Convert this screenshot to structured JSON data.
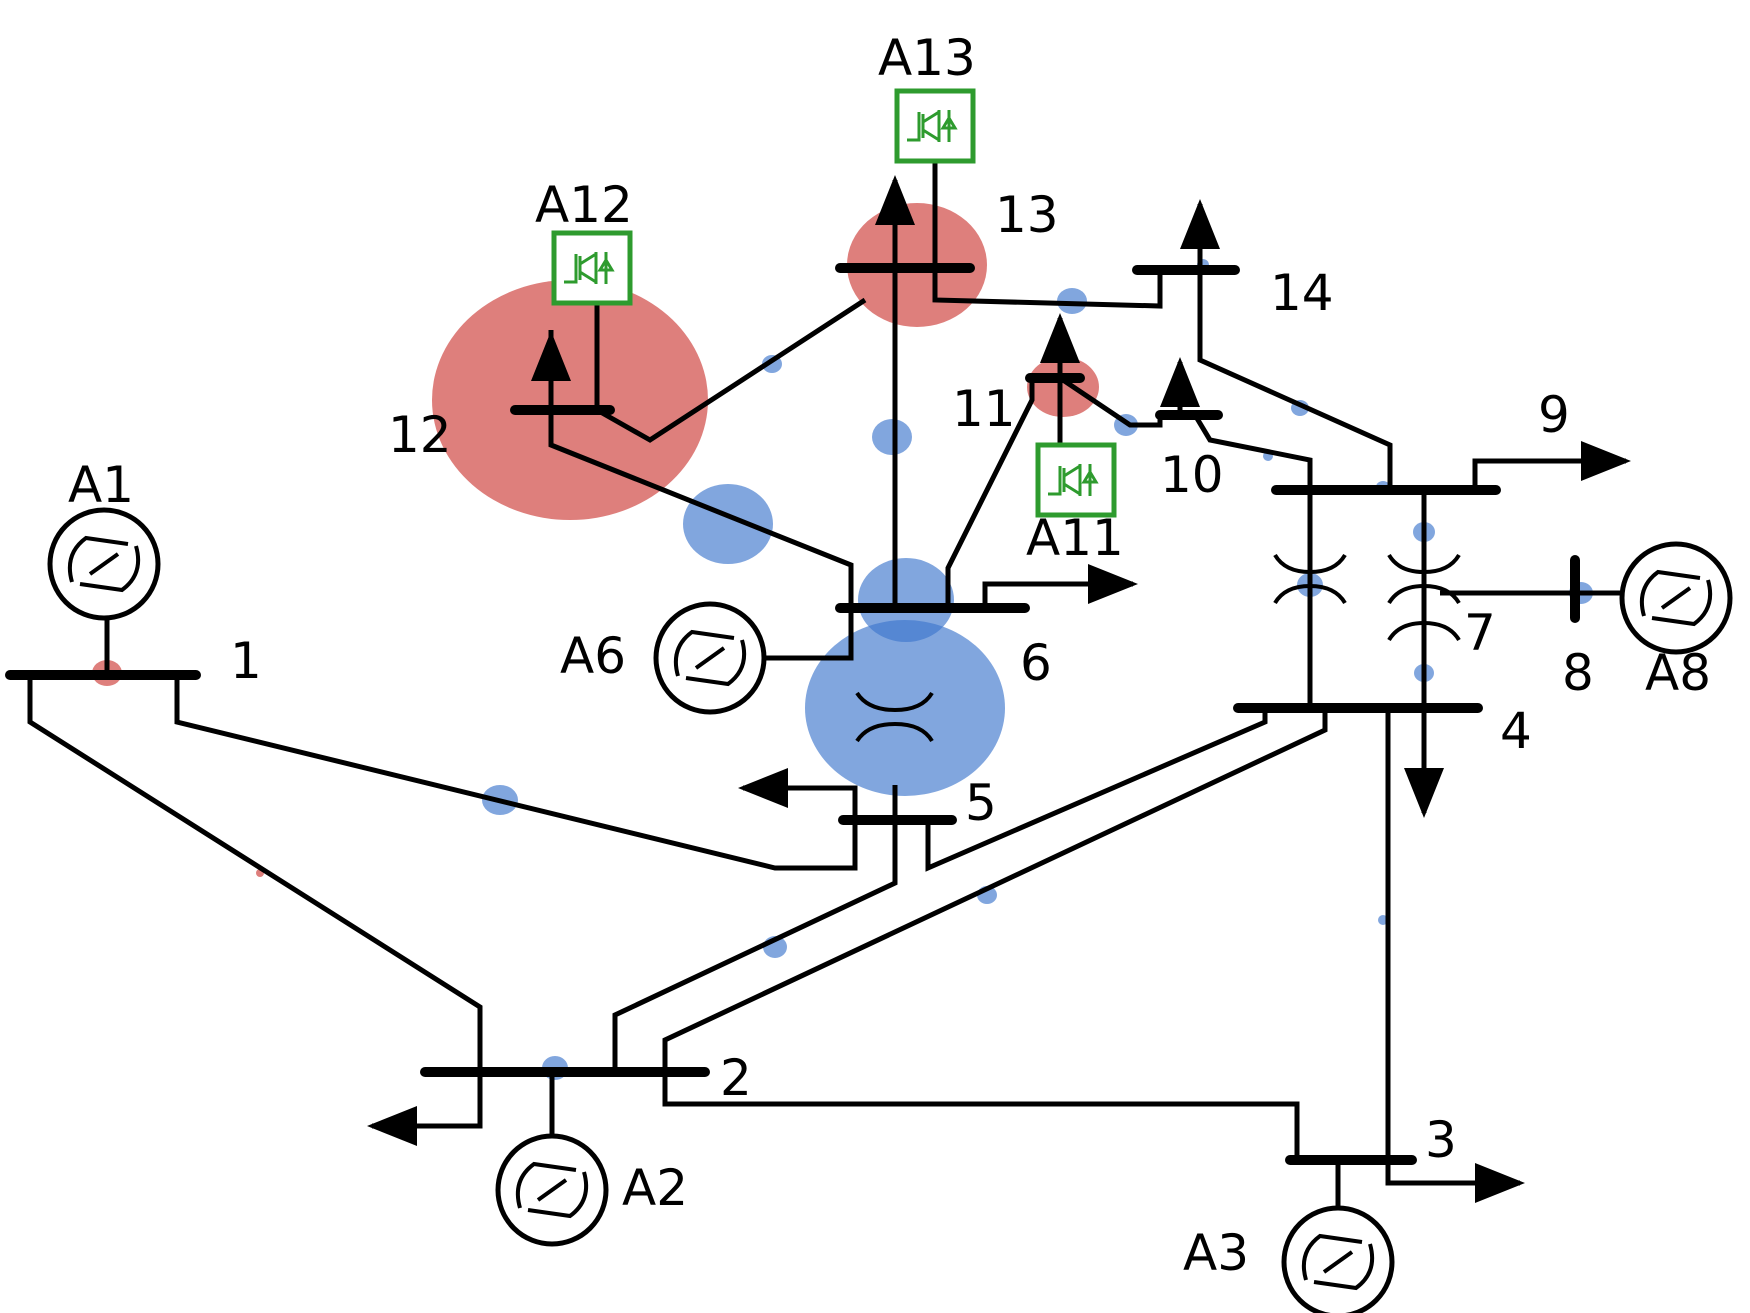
{
  "buses": [
    {
      "id": "bus-1",
      "label": "1"
    },
    {
      "id": "bus-2",
      "label": "2"
    },
    {
      "id": "bus-3",
      "label": "3"
    },
    {
      "id": "bus-4",
      "label": "4"
    },
    {
      "id": "bus-5",
      "label": "5"
    },
    {
      "id": "bus-6",
      "label": "6"
    },
    {
      "id": "bus-7",
      "label": "7"
    },
    {
      "id": "bus-8",
      "label": "8"
    },
    {
      "id": "bus-9",
      "label": "9"
    },
    {
      "id": "bus-10",
      "label": "10"
    },
    {
      "id": "bus-11",
      "label": "11"
    },
    {
      "id": "bus-12",
      "label": "12"
    },
    {
      "id": "bus-13",
      "label": "13"
    },
    {
      "id": "bus-14",
      "label": "14"
    }
  ],
  "generators": [
    "A1",
    "A2",
    "A3",
    "A6",
    "A8"
  ],
  "converters": [
    "A11",
    "A12",
    "A13"
  ],
  "colors": {
    "line": "#000000",
    "converter": "#2e9b2e",
    "positive_bubble": "#c9302c",
    "negative_bubble": "#3d77cc"
  },
  "icons": {
    "generator": "ac-generator-icon",
    "converter": "power-converter-icon",
    "transformer": "transformer-icon",
    "load": "load-arrow-icon"
  }
}
